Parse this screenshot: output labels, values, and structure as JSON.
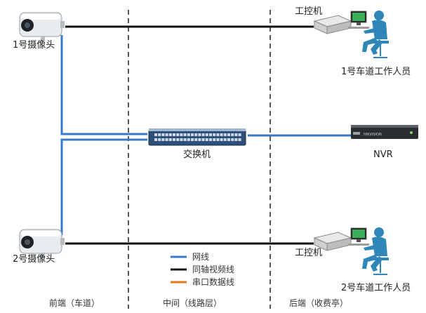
{
  "nodes": {
    "camera1": "1号摄像头",
    "camera2": "2号摄像头",
    "switch": "交换机",
    "nvr": "NVR",
    "pc1": "工控机",
    "pc2": "工控机",
    "staff1": "1号车道工作人员",
    "staff2": "2号车道工作人员"
  },
  "legend": {
    "items": [
      {
        "label": "网线",
        "color": "#3a78c7"
      },
      {
        "label": "同轴视频线",
        "color": "#111111"
      },
      {
        "label": "串口数据线",
        "color": "#e07b1a"
      }
    ]
  },
  "zones": {
    "front": "前端（车道）",
    "middle": "中间（线路层）",
    "back": "后端（收费亭）"
  },
  "device_text": {
    "nvr_brand": "HIKVISION"
  },
  "colors": {
    "network_cable": "#3a78c7",
    "coax_cable": "#111111",
    "serial_cable": "#e07b1a",
    "figure_blue": "#2f86b8"
  }
}
